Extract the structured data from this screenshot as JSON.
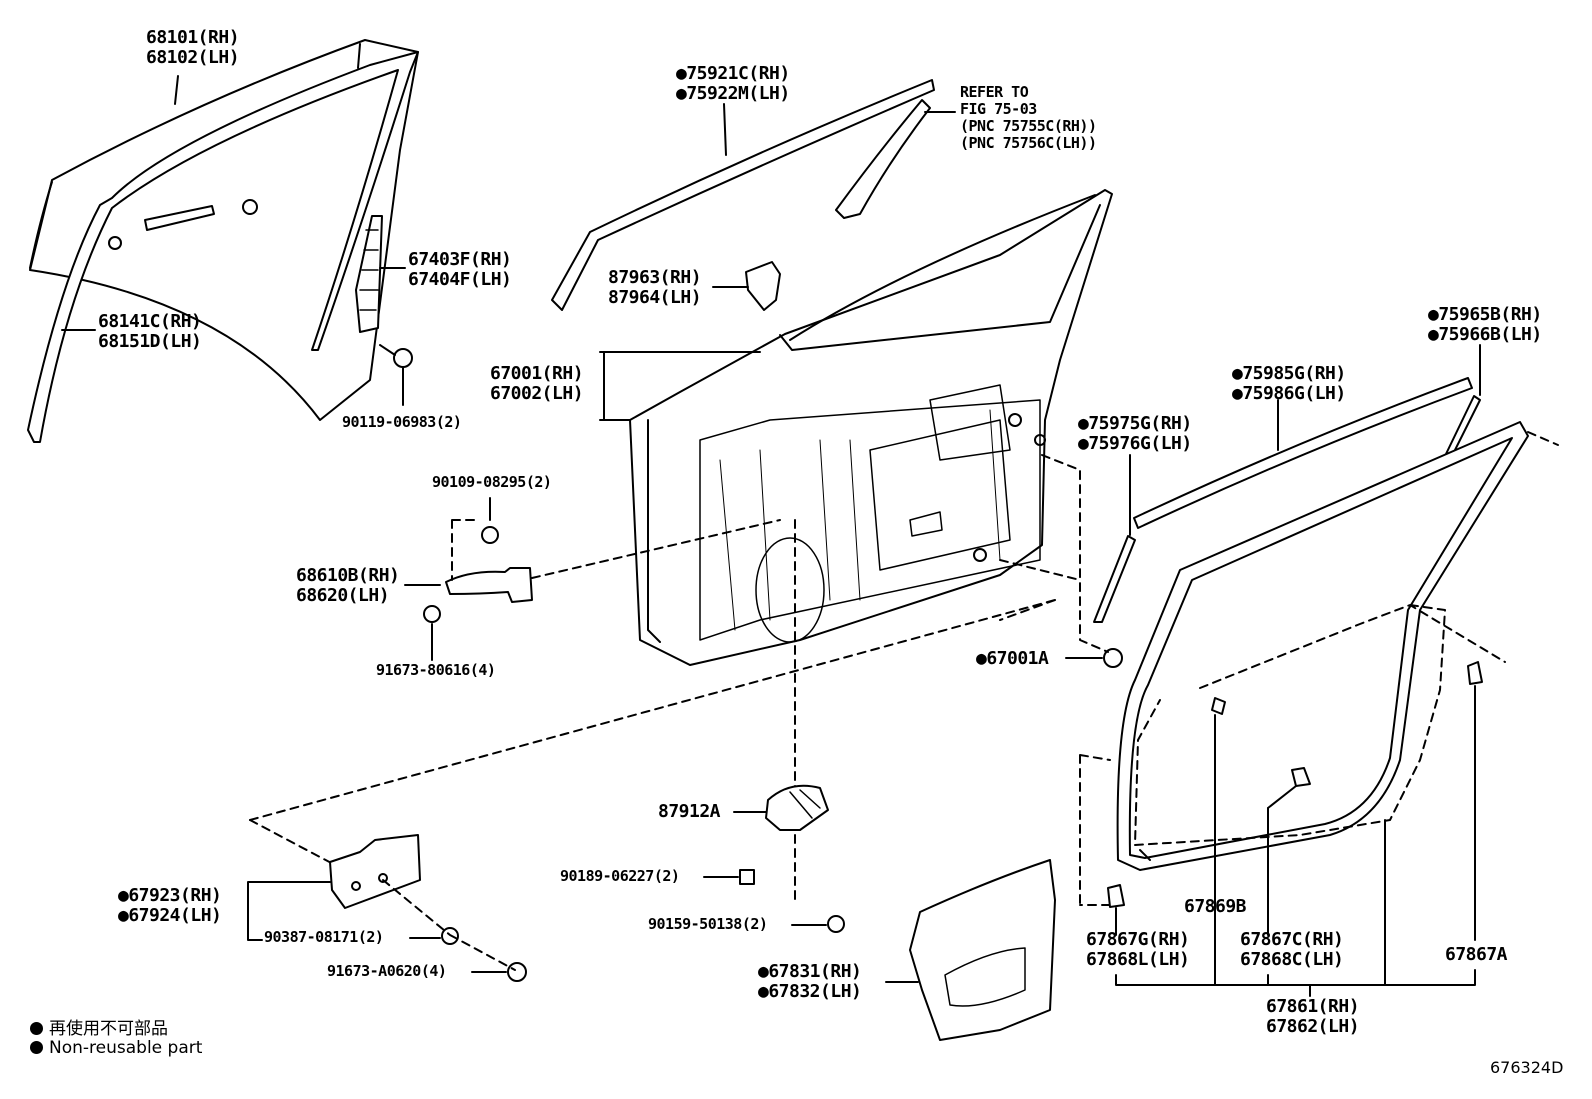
{
  "labels": {
    "p68101": "68101(RH)",
    "p68102": "68102(LH)",
    "p68141": "68141C(RH)",
    "p68151": "68151D(LH)",
    "p67403": "67403F(RH)",
    "p67404": "67404F(LH)",
    "p90119": "90119-06983(2)",
    "p75921": "●75921C(RH)",
    "p75922": "●75922M(LH)",
    "refer1": "REFER TO",
    "refer2": "FIG 75-03",
    "refer3": "(PNC 75755C(RH))",
    "refer4": "(PNC 75756C(LH))",
    "p87963": "87963(RH)",
    "p87964": "87964(LH)",
    "p67001": "67001(RH)",
    "p67002": "67002(LH)",
    "p90109": "90109-08295(2)",
    "p68610": "68610B(RH)",
    "p68620": "68620(LH)",
    "p91673a": "91673-80616(4)",
    "p75965": "●75965B(RH)",
    "p75966": "●75966B(LH)",
    "p75985": "●75985G(RH)",
    "p75986": "●75986G(LH)",
    "p75975": "●75975G(RH)",
    "p75976": "●75976G(LH)",
    "p67001a": "●67001A",
    "p87912": "87912A",
    "p90189": "90189-06227(2)",
    "p90159": "90159-50138(2)",
    "p67923": "●67923(RH)",
    "p67924": "●67924(LH)",
    "p90387": "90387-08171(2)",
    "p91673b": "91673-A0620(4)",
    "p67831": "●67831(RH)",
    "p67832": "●67832(LH)",
    "p67869": "67869B",
    "p67867g": "67867G(RH)",
    "p67868l": "67868L(LH)",
    "p67867c": "67867C(RH)",
    "p67868c": "67868C(LH)",
    "p67867a": "67867A",
    "p67861": "67861(RH)",
    "p67862": "67862(LH)"
  },
  "legend": {
    "jp": "再使用不可部品",
    "en": "Non-reusable part"
  },
  "figure_id": "676324D"
}
